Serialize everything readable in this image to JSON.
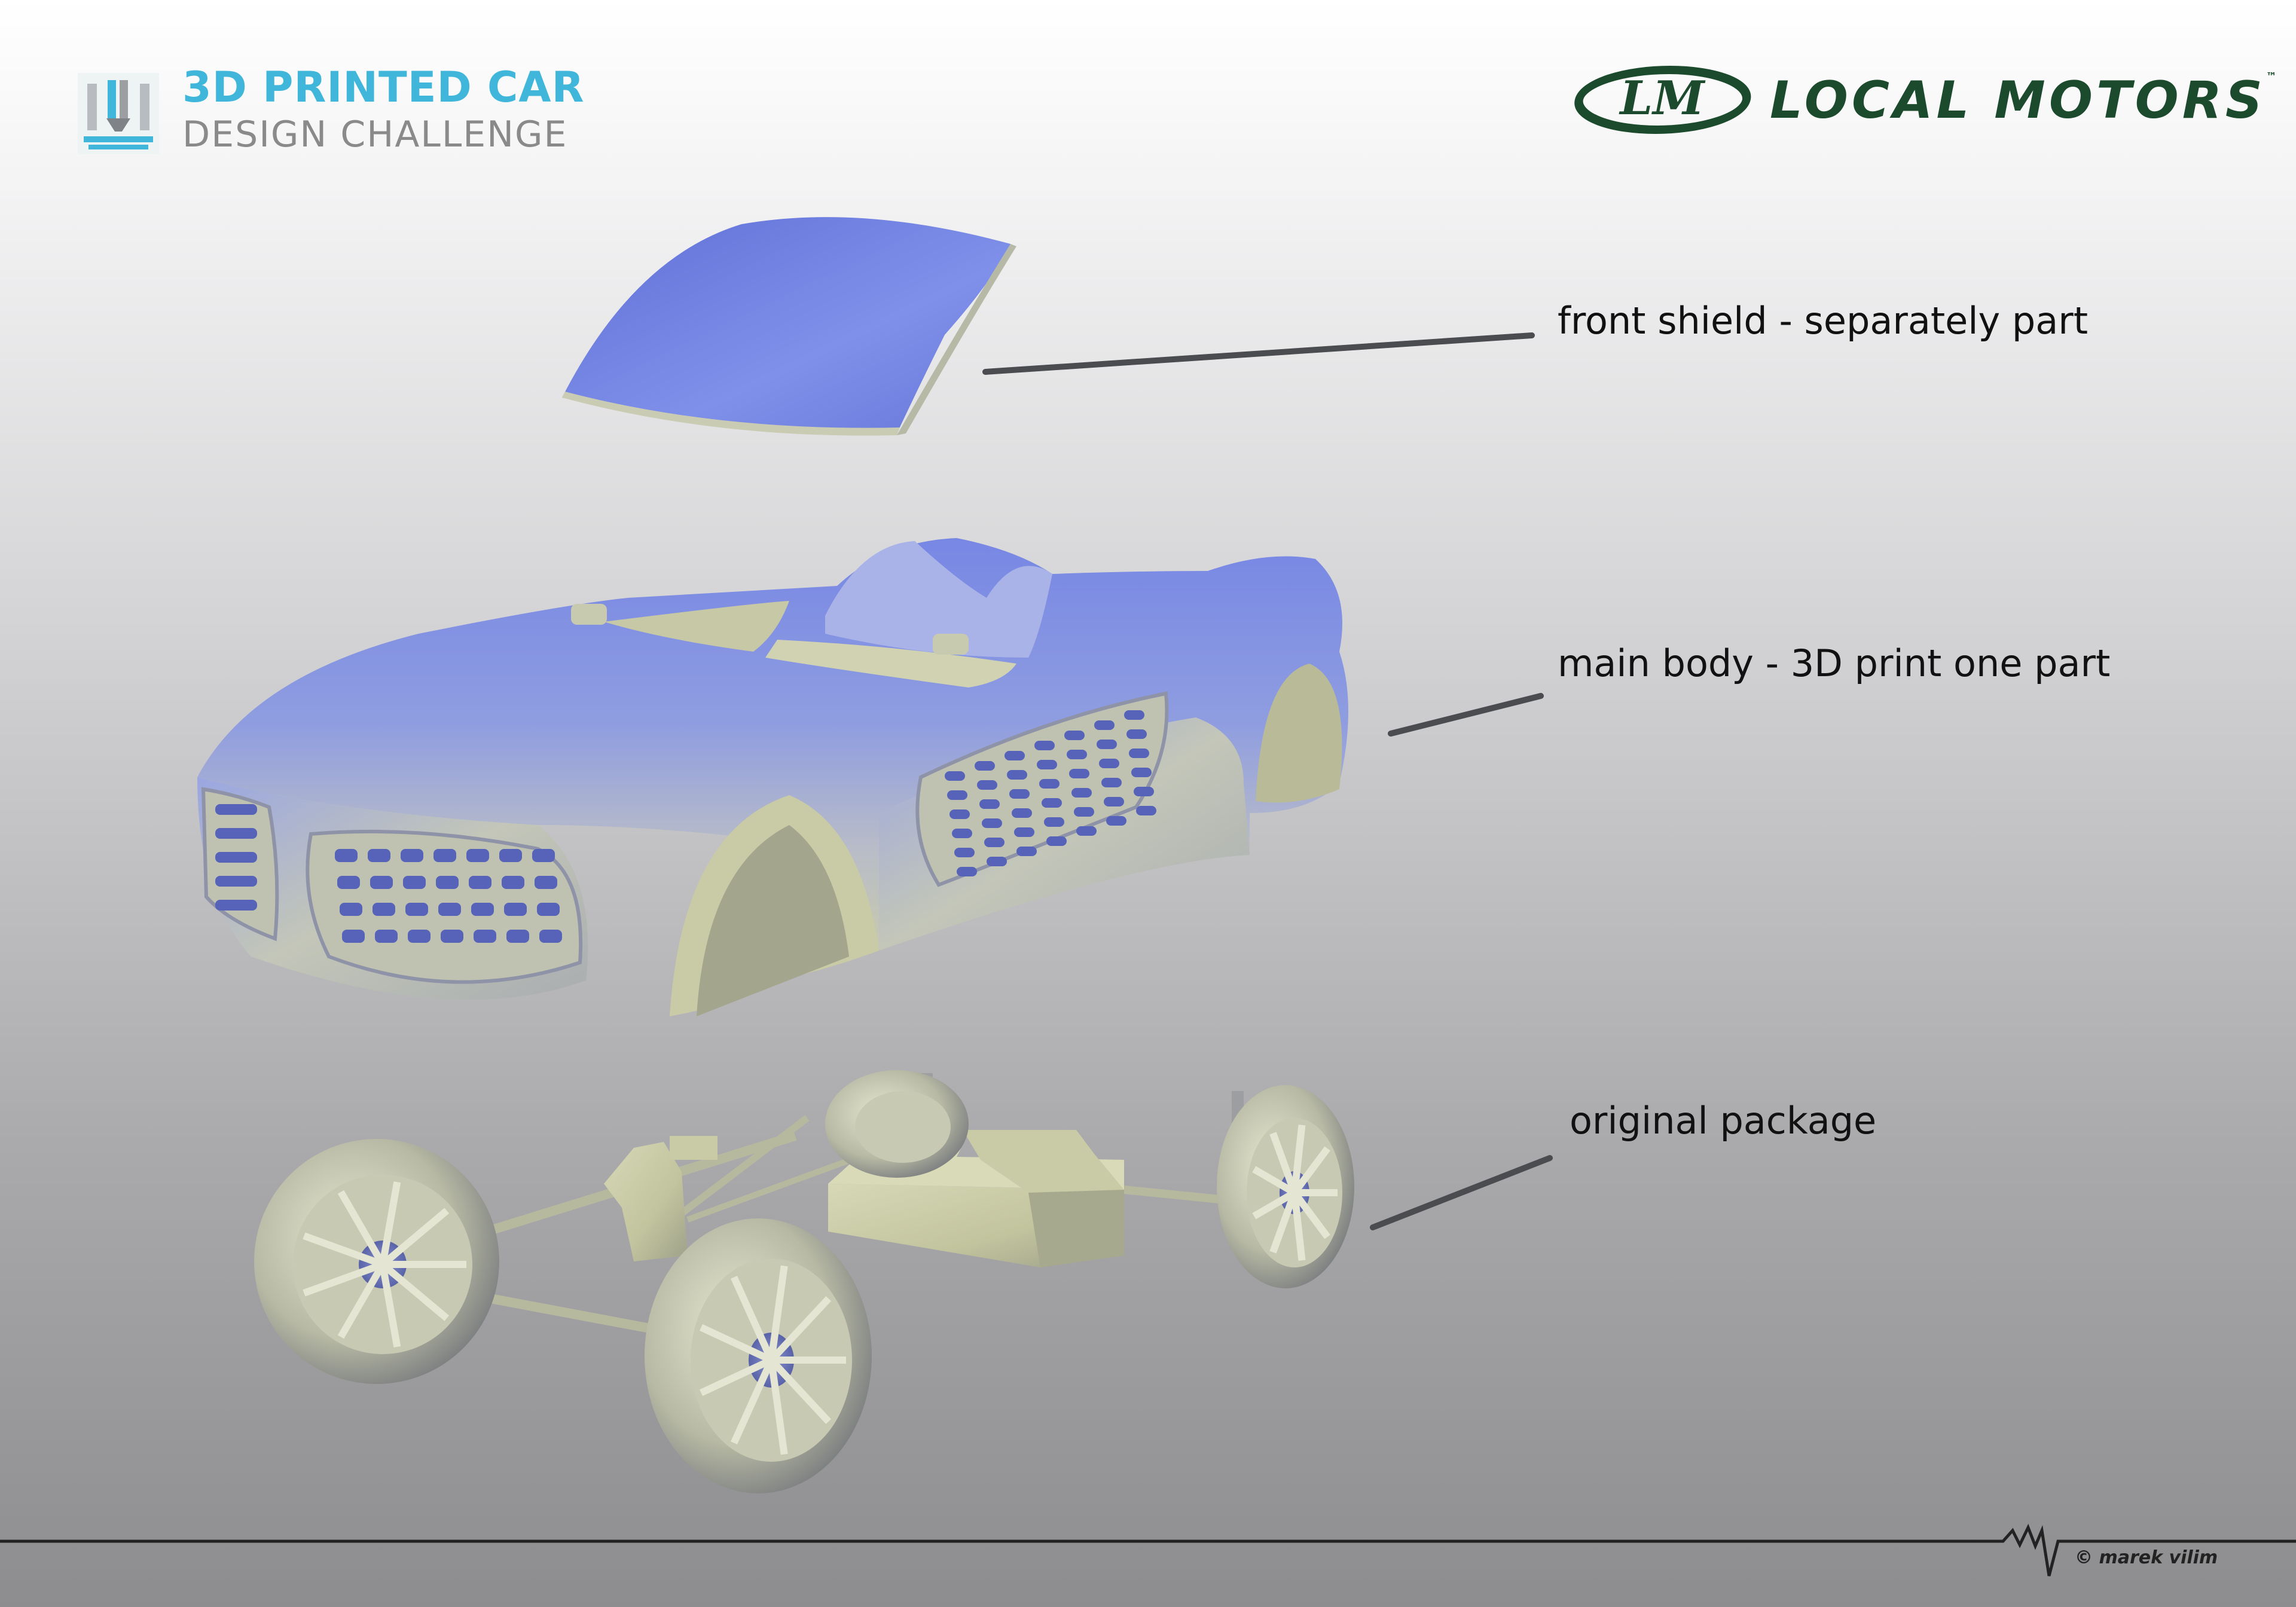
{
  "header": {
    "challenge_title": "3D PRINTED CAR",
    "challenge_subtitle": "DESIGN CHALLENGE",
    "brand_monogram": "LM",
    "brand_name": "LOCAL MOTORS",
    "brand_trademark": "™"
  },
  "callouts": {
    "front_shield": "front shield - separately part",
    "main_body": "main body - 3D print one part",
    "package": "original package"
  },
  "footer": {
    "credit": "© marek vilim"
  },
  "colors": {
    "challenge_accent": "#3fb6da",
    "brand_green": "#1b4a2c",
    "body_blue": "#7d8fe6",
    "chassis_khaki": "#c9cba6"
  },
  "icons": {
    "challenge_logo": "printer-nozzle-icon",
    "brand_logo": "lm-oval-logo"
  }
}
